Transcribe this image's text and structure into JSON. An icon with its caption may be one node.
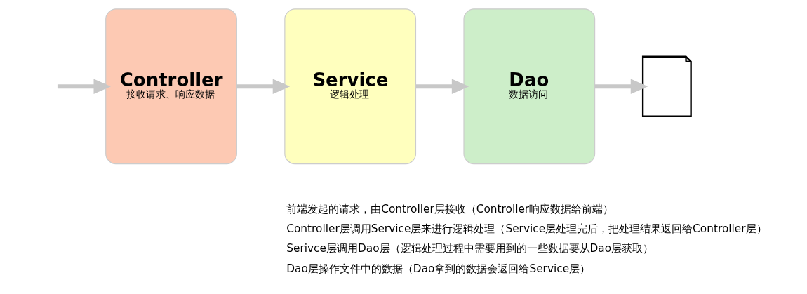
{
  "diagram": {
    "nodes": [
      {
        "text": [
          "Controller",
          "接收请求、响应数据"
        ]
      },
      {
        "text": [
          "Service",
          "逻辑处理"
        ]
      },
      {
        "text": [
          "Dao",
          "数据访问"
        ]
      },
      {
        "text": [],
        "shape": "document"
      }
    ],
    "edges": [
      {
        "from": null,
        "to": 0,
        "arrow": "to"
      },
      {
        "from": 0,
        "to": 1,
        "arrow": "to"
      },
      {
        "from": 1,
        "to": 2,
        "arrow": "to"
      },
      {
        "from": 2,
        "to": 3,
        "arrow": "to"
      }
    ],
    "labels": [
      "前端发起的请求，由Controller层接收（Controller响应数据给前端）",
      "Controller层调用Service层来进行逻辑处理（Service层处理完后，把处理结果返回给Controller层）",
      "Serivce层调用Dao层（逻辑处理过程中需要用到的一些数据要从Dao层获取）",
      "Dao层操作文件中的数据（Dao拿到的数据会返回给Service层）"
    ]
  }
}
